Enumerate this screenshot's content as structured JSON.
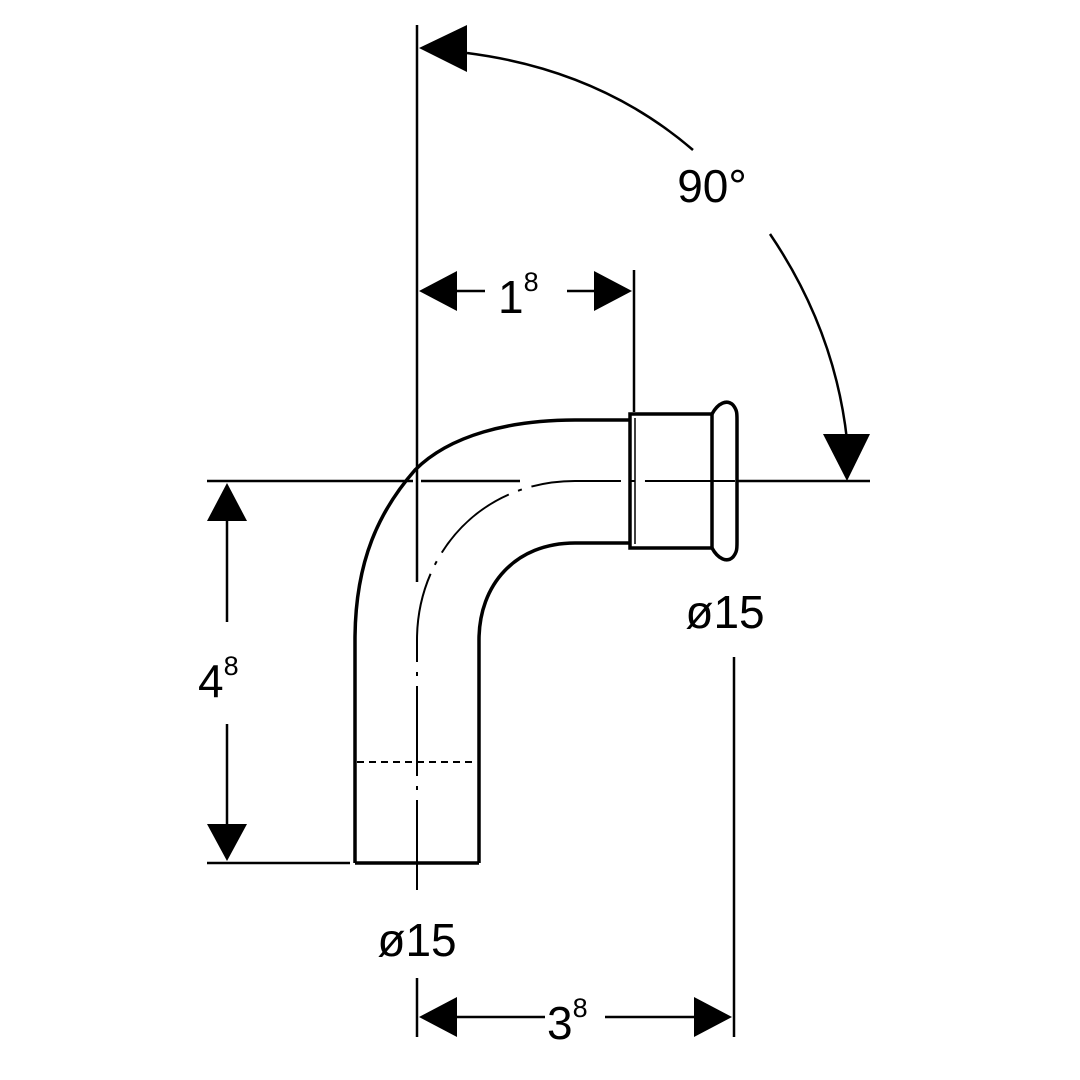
{
  "drawing": {
    "colors": {
      "line": "#000000",
      "background": "#ffffff"
    },
    "angle_label": "90°",
    "top_length": {
      "main": "1",
      "sup": "8"
    },
    "height": {
      "main": "4",
      "sup": "8"
    },
    "bottom_length": {
      "main": "3",
      "sup": "8"
    },
    "right_diameter": "ø15",
    "bottom_diameter": "ø15"
  }
}
